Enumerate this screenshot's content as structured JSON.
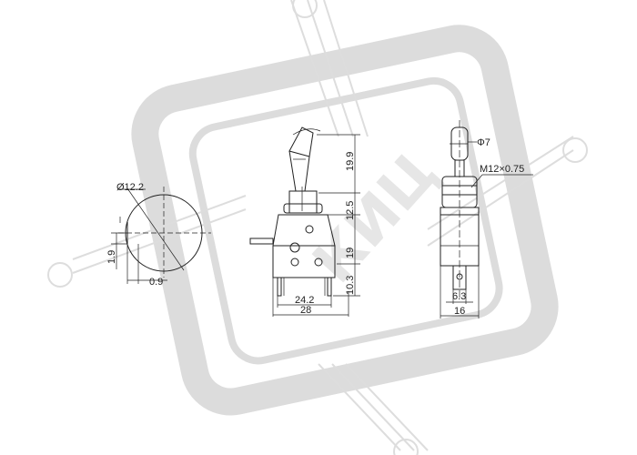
{
  "watermark": {
    "text": "КИЦ"
  },
  "front_view": {
    "dims": {
      "lever_height": "19.9",
      "bushing_height": "12.5",
      "body_height": "19",
      "terminal_height": "10.3",
      "inner_width": "24.2",
      "overall_width": "28"
    }
  },
  "side_view": {
    "dims": {
      "lever_diameter": "Φ7",
      "thread": "M12×0.75",
      "terminal_width": "6.3",
      "overall_width": "16"
    }
  },
  "panel_cutout": {
    "dims": {
      "hole_diameter": "Ø12.2",
      "key_offset": "1.9",
      "key_width": "0.9"
    }
  }
}
